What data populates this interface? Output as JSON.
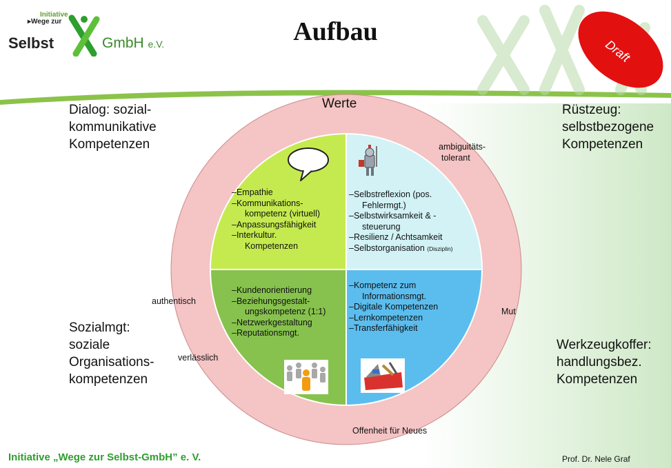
{
  "slide": {
    "title": "Aufbau",
    "logo": {
      "line1": "Initiative",
      "line2": "▸Wege zur",
      "word1": "Selbst",
      "word2": "GmbH",
      "suffix": "e.V."
    },
    "draft_label": "Draft",
    "corners": {
      "top_left": [
        "Dialog: sozial-",
        "kommunikative",
        "Kompetenzen"
      ],
      "top_right": [
        "Rüstzeug:",
        "selbstbezogene",
        "Kompetenzen"
      ],
      "bottom_left": [
        "Sozialmgt:",
        "soziale",
        "Organisations-",
        "kompetenzen"
      ],
      "bottom_right": [
        "Werkzeugkoffer:",
        "handlungsbez.",
        "Kompetenzen"
      ]
    },
    "ring": {
      "title": "Werte",
      "ambiguity": [
        "ambiguitäts-",
        "tolerant"
      ],
      "authentic": "authentisch",
      "reliable": "verlässlich",
      "courage": "Mut",
      "openness": "Offenheit für Neues"
    },
    "quadrants": {
      "top_left": [
        "–Empathie",
        "–Kommunikations-",
        "  kompetenz (virtuell)",
        "–Anpassungsfähigkeit",
        "–Interkultur.",
        "  Kompetenzen"
      ],
      "top_right": [
        "–Selbstreflexion (pos.",
        "  Fehlermgt.)",
        "–Selbstwirksamkeit & -",
        "  steuerung",
        "–Resilienz / Achtsamkeit",
        "–Selbstorganisation"
      ],
      "top_right_small": "(Disziplin)",
      "bottom_left": [
        "–Kundenorientierung",
        "–Beziehungsgestalt-",
        "  ungskompetenz (1:1)",
        "–Netzwerkgestaltung",
        "–Reputationsmgt."
      ],
      "bottom_right": [
        "–Kompetenz zum",
        "  Informationsmgt.",
        "–Digitale Kompetenzen",
        "–Lernkompetenzen",
        "–Transferfähigkeit"
      ]
    },
    "colors": {
      "ring": "#f5c4c4",
      "top_left": "#c5ea4f",
      "top_right": "#d2f2f6",
      "bottom_left": "#86c24d",
      "bottom_right": "#5bbdee",
      "footer_green": "#2e9e2e",
      "draft_red": "#e31010"
    },
    "icons": [
      "speech-bubble-icon",
      "knight-icon",
      "people-group-icon",
      "toolbox-icon"
    ],
    "footer_left": "Initiative „Wege zur Selbst-GmbH” e. V.",
    "footer_right": "Prof. Dr. Nele Graf"
  }
}
